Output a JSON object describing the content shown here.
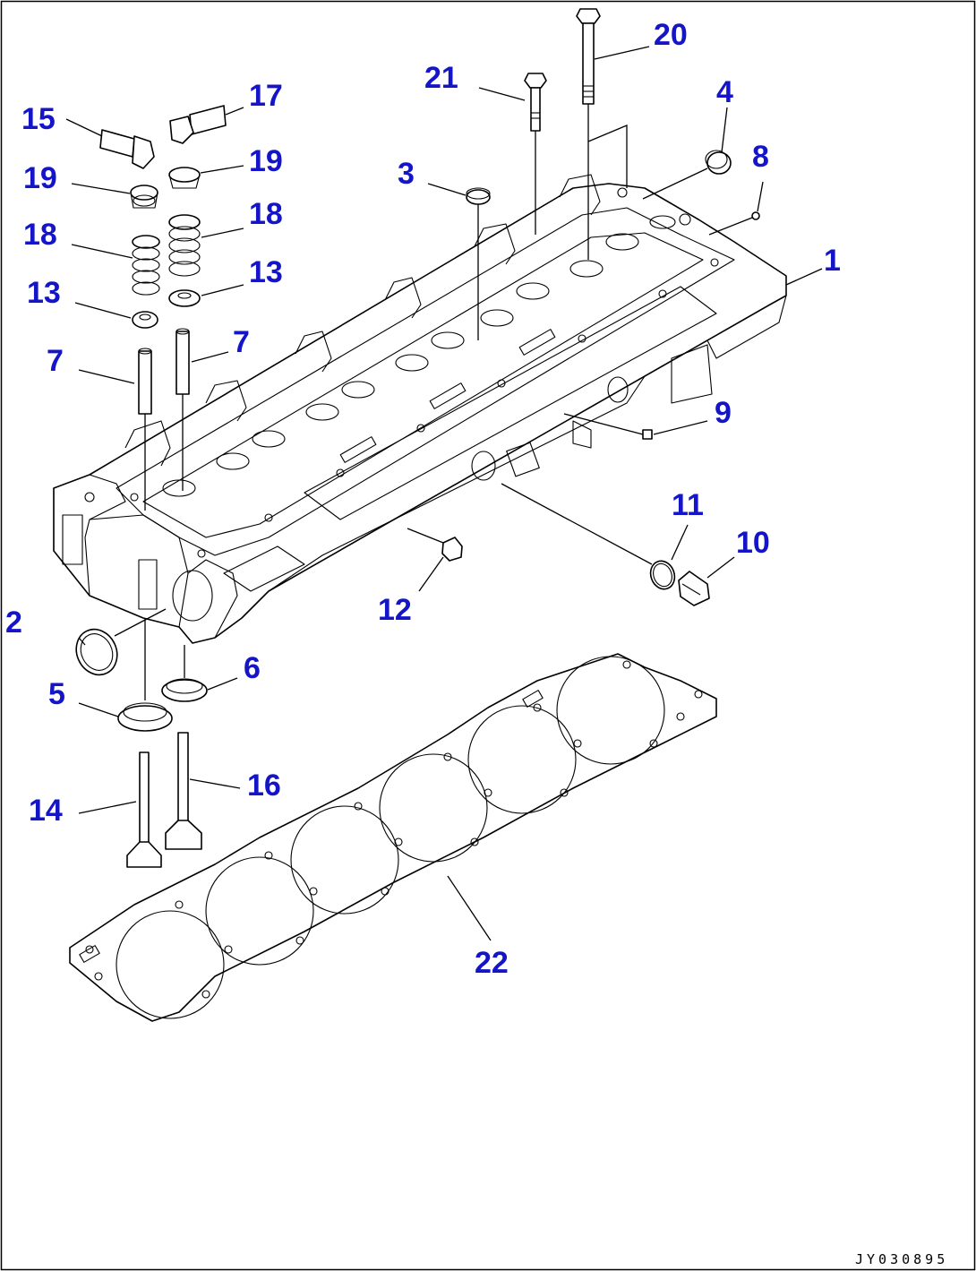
{
  "diagram": {
    "reference_code": "JY030895",
    "callouts": [
      {
        "id": "c1",
        "label": "1"
      },
      {
        "id": "c2",
        "label": "2"
      },
      {
        "id": "c3",
        "label": "3"
      },
      {
        "id": "c4",
        "label": "4"
      },
      {
        "id": "c5",
        "label": "5"
      },
      {
        "id": "c6",
        "label": "6"
      },
      {
        "id": "c7a",
        "label": "7"
      },
      {
        "id": "c7b",
        "label": "7"
      },
      {
        "id": "c8",
        "label": "8"
      },
      {
        "id": "c9",
        "label": "9"
      },
      {
        "id": "c10",
        "label": "10"
      },
      {
        "id": "c11",
        "label": "11"
      },
      {
        "id": "c12",
        "label": "12"
      },
      {
        "id": "c13a",
        "label": "13"
      },
      {
        "id": "c13b",
        "label": "13"
      },
      {
        "id": "c14",
        "label": "14"
      },
      {
        "id": "c15",
        "label": "15"
      },
      {
        "id": "c16",
        "label": "16"
      },
      {
        "id": "c17",
        "label": "17"
      },
      {
        "id": "c18a",
        "label": "18"
      },
      {
        "id": "c18b",
        "label": "18"
      },
      {
        "id": "c19a",
        "label": "19"
      },
      {
        "id": "c19b",
        "label": "19"
      },
      {
        "id": "c20",
        "label": "20"
      },
      {
        "id": "c21",
        "label": "21"
      },
      {
        "id": "c22",
        "label": "22"
      }
    ],
    "colors": {
      "callout_text": "#1414c8",
      "line_art": "#000000",
      "background": "#ffffff"
    }
  }
}
